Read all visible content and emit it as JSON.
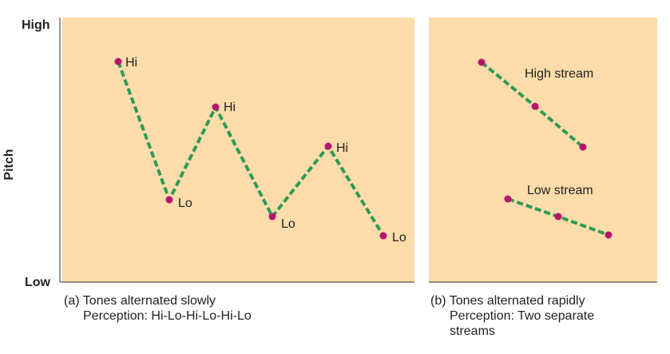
{
  "axis": {
    "y_label": "Pitch",
    "high": "High",
    "low": "Low"
  },
  "colors": {
    "panel": "#fbdcaa",
    "line": "#2e9a55",
    "dot": "#b5156c",
    "axis": "#555555"
  },
  "panel_a": {
    "points": [
      {
        "label": "Hi"
      },
      {
        "label": "Lo"
      },
      {
        "label": "Hi"
      },
      {
        "label": "Lo"
      },
      {
        "label": "Hi"
      },
      {
        "label": "Lo"
      }
    ],
    "caption_line1": "(a) Tones alternated slowly",
    "caption_line2": "Perception: Hi-Lo-Hi-Lo-Hi-Lo"
  },
  "panel_b": {
    "high_stream_label": "High stream",
    "low_stream_label": "Low stream",
    "caption_line1": "(b) Tones alternated rapidly",
    "caption_line2": "Perception: Two separate",
    "caption_line3": "streams"
  }
}
